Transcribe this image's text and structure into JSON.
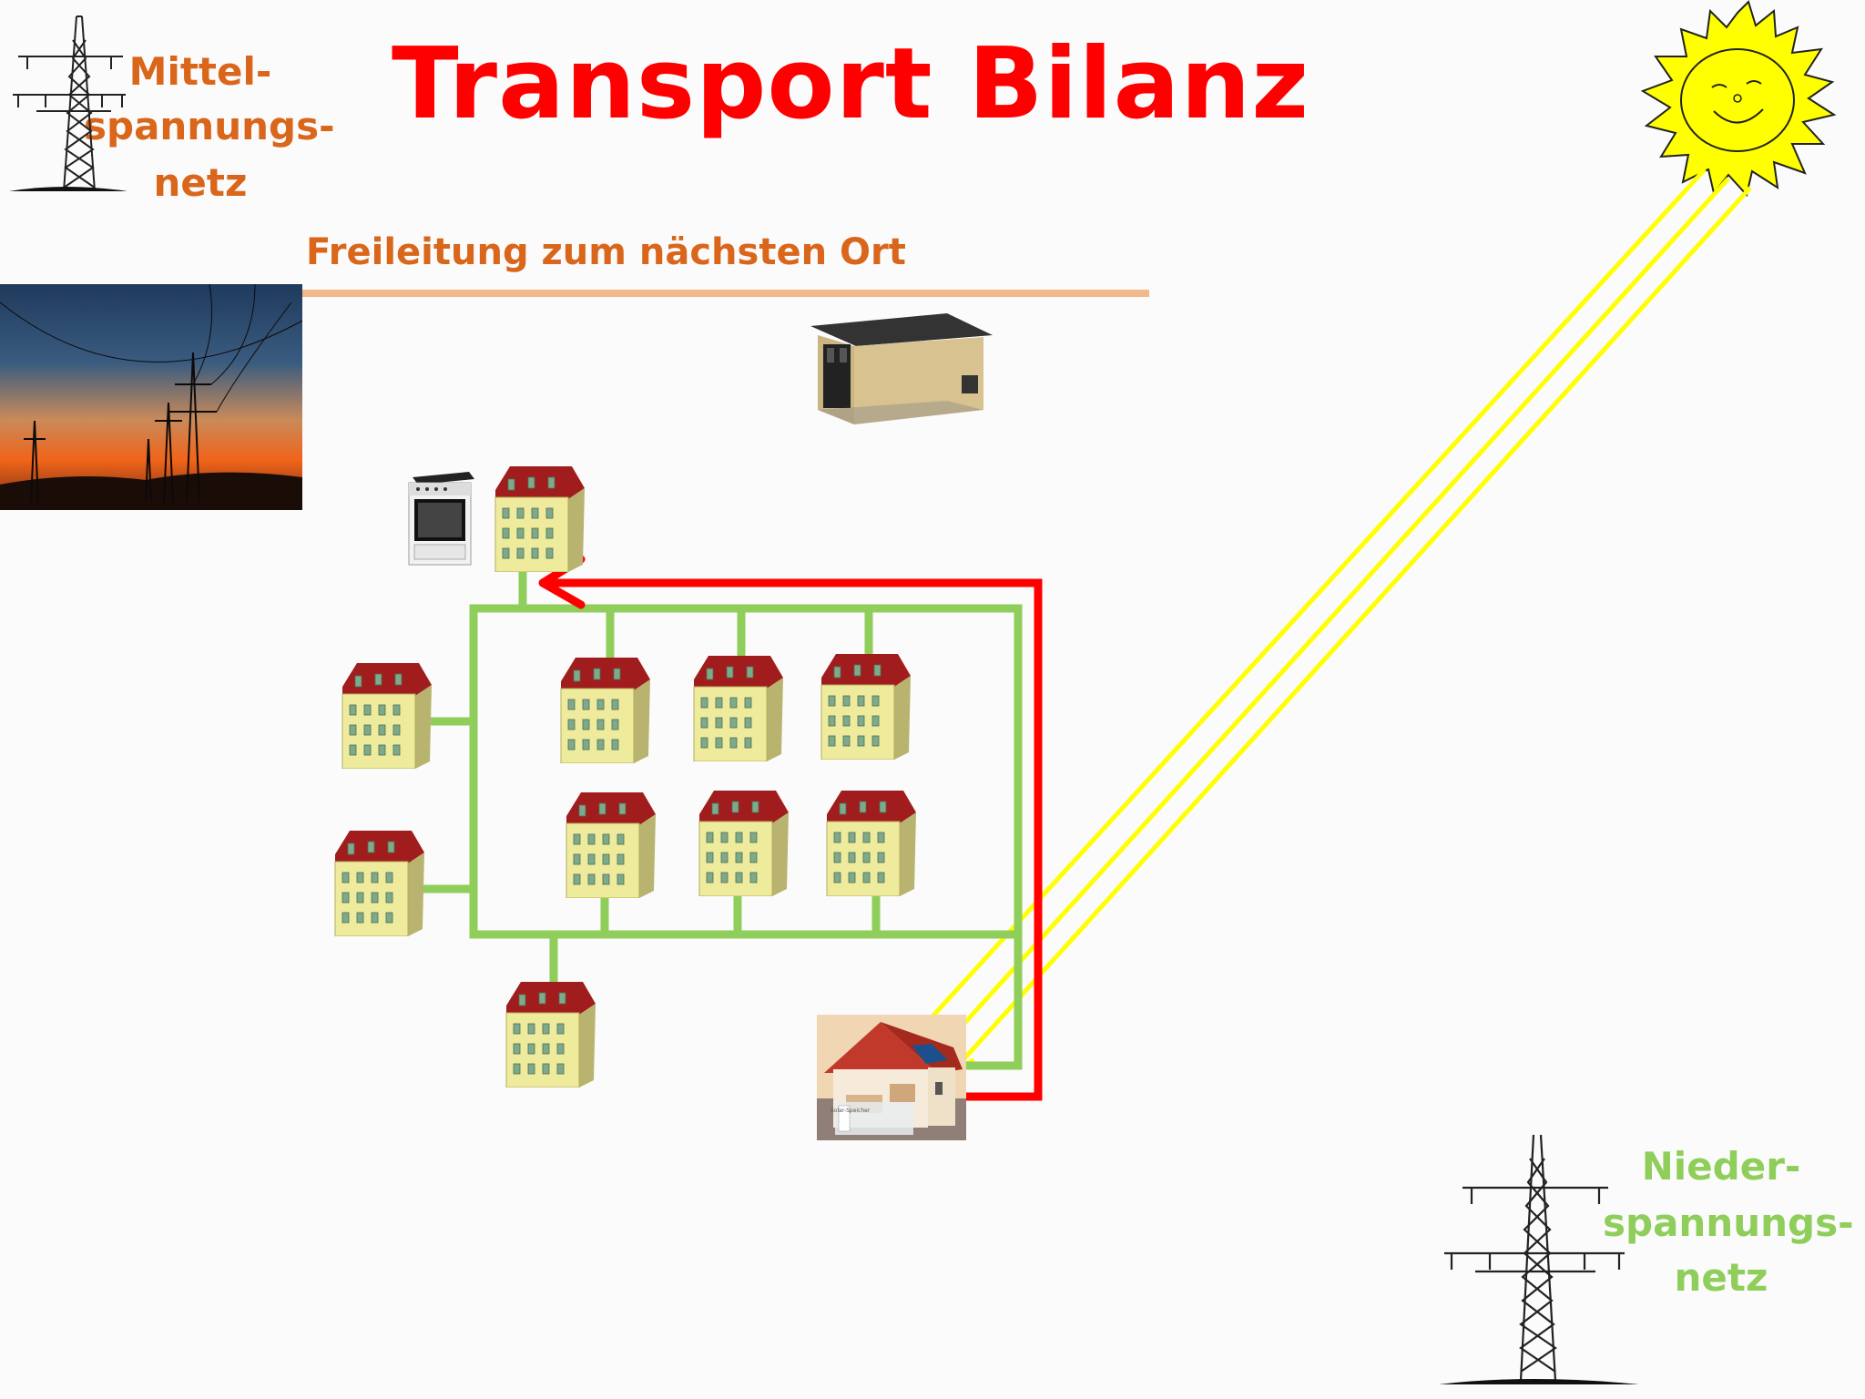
{
  "title": "Transport Bilanz",
  "mittelspannung": {
    "line1": "Mittel-",
    "line2": "spannungs-",
    "line3": "netz"
  },
  "niederspannung": {
    "line1": "Nieder-",
    "line2": "spannungs-",
    "line3": "netz"
  },
  "freileitung_label": "Freileitung zum nächsten Ort",
  "solar_storage_caption": "Solar-Speicher",
  "colors": {
    "title": "#ff0000",
    "medium_voltage": "#d9661a",
    "low_voltage": "#8fce5a",
    "overhead_line": "#f2b88b",
    "energy_flow": "#ff0000",
    "sun_rays": "#ffff00"
  },
  "icons": [
    "power-tower-icon",
    "sun-icon",
    "substation-icon",
    "stove-icon",
    "apartment-building-icon",
    "solar-house-icon",
    "sunset-power-lines-image"
  ]
}
